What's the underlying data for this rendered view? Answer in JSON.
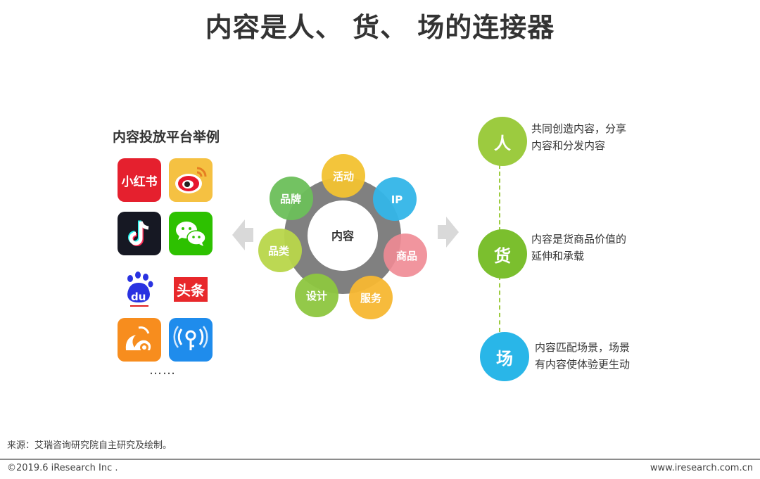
{
  "title": "内容是人、 货、 场的连接器",
  "platforms": {
    "heading": "内容投放平台举例",
    "icons": [
      {
        "name": "xiaohongshu-icon",
        "text": "小红书",
        "color": "#e5202e"
      },
      {
        "name": "weibo-icon",
        "color": "#f5c142"
      },
      {
        "name": "douyin-icon",
        "color": "#161823"
      },
      {
        "name": "wechat-icon",
        "color": "#2dc100"
      },
      {
        "name": "baidu-icon",
        "text": "du",
        "color": "#2932e1"
      },
      {
        "name": "toutiao-icon",
        "text": "头条",
        "color": "#e8282b"
      },
      {
        "name": "uc-browser-icon",
        "color": "#f78d1e"
      },
      {
        "name": "wifi-key-icon",
        "color": "#1f8cec"
      }
    ],
    "more": "……"
  },
  "diagram": {
    "center": "内容",
    "petals": [
      {
        "label": "活动",
        "color": "#f2c230"
      },
      {
        "label": "IP",
        "color": "#33b5e8"
      },
      {
        "label": "商品",
        "color": "#f08a93"
      },
      {
        "label": "服务",
        "color": "#f7b731"
      },
      {
        "label": "设计",
        "color": "#8dc63f"
      },
      {
        "label": "品类",
        "color": "#b8d64a"
      },
      {
        "label": "品牌",
        "color": "#6cbf5a"
      }
    ],
    "ring_color": "#808080"
  },
  "nodes": [
    {
      "label": "人",
      "color": "#9ccb3f",
      "desc_line1": "共同创造内容，分享",
      "desc_line2": "内容和分发内容"
    },
    {
      "label": "货",
      "color": "#7bbf2e",
      "desc_line1": "内容是货商品价值的",
      "desc_line2": "延伸和承载"
    },
    {
      "label": "场",
      "color": "#29b6e8",
      "desc_line1": "内容匹配场景，场景",
      "desc_line2": "有内容使体验更生动"
    }
  ],
  "footer": {
    "source": "来源：艾瑞咨询研究院自主研究及绘制。",
    "copyright": "©2019.6 iResearch Inc .",
    "website": "www.iresearch.com.cn"
  }
}
